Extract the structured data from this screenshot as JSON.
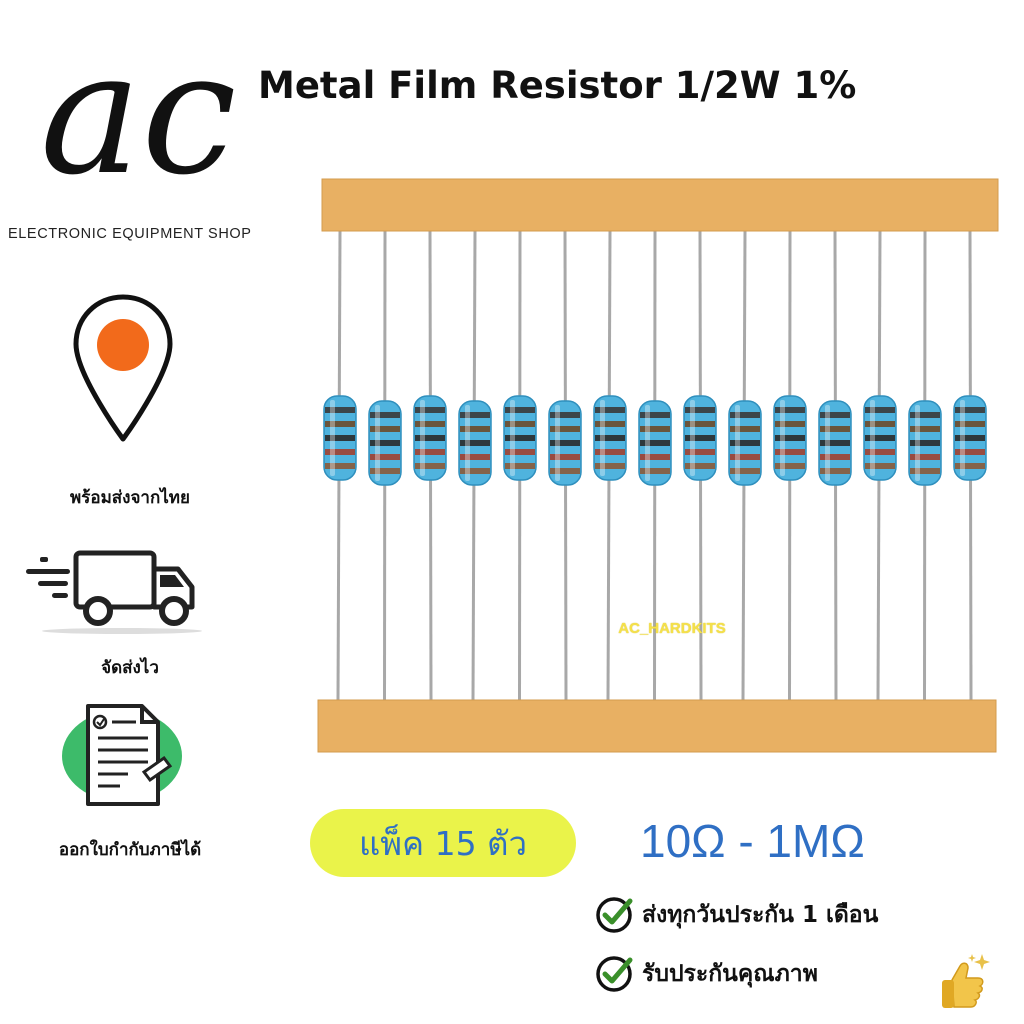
{
  "brand": {
    "logo_text": "ac",
    "tagline": "ELECTRONIC EQUIPMENT SHOP"
  },
  "product": {
    "title": "Metal Film Resistor 1/2W 1%",
    "watermark": "AC_HARDKITS",
    "resistor_count": 15
  },
  "features": [
    {
      "label": "พร้อมส่งจากไทย",
      "icon": "location-pin-icon"
    },
    {
      "label": "จัดส่งไว",
      "icon": "delivery-truck-icon"
    },
    {
      "label": "ออกใบกำกับภาษีได้",
      "icon": "document-icon"
    }
  ],
  "pack": {
    "label": "แพ็ค 15 ตัว"
  },
  "range": {
    "label": "10Ω - 1MΩ"
  },
  "guarantees": [
    {
      "label": "ส่งทุกวันประกัน 1 เดือน",
      "icon": "check-icon"
    },
    {
      "label": "รับประกันคุณภาพ",
      "icon": "check-icon"
    }
  ],
  "colors": {
    "pin_orange": "#f26a1b",
    "pill_yellow": "#eaf34a",
    "range_blue": "#2f6fc4",
    "check_green": "#3a8f2a",
    "doc_green": "#3dbb6a",
    "tape_orange": "#e8b063",
    "resistor_blue": "#4fb3de"
  }
}
